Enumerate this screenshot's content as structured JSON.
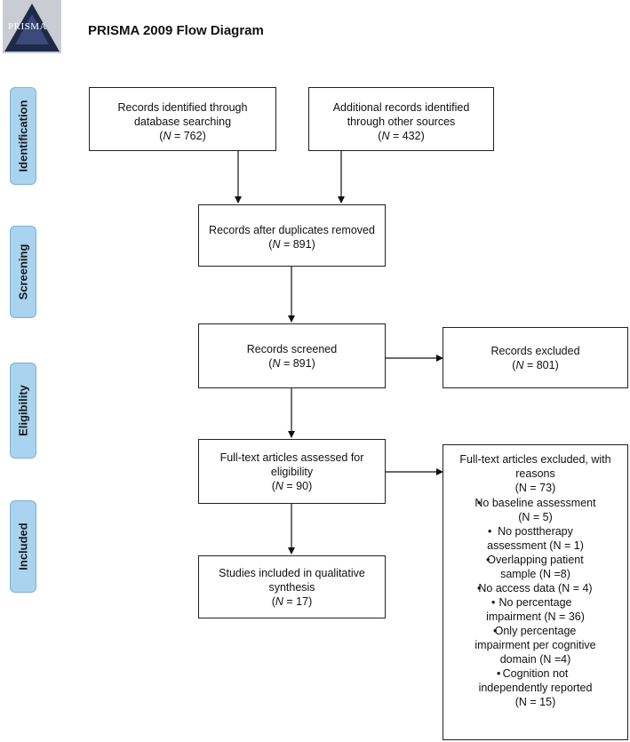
{
  "logo": {
    "text": "PRISMA"
  },
  "title": "PRISMA 2009 Flow Diagram",
  "phases": {
    "identification": "Identification",
    "screening": "Screening",
    "eligibility": "Eligibility",
    "included": "Included"
  },
  "boxes": {
    "database": {
      "line1": "Records identified through",
      "line2": "database searching",
      "n_label": "N",
      "n_value": " = 762)"
    },
    "other": {
      "line1": "Additional records identified",
      "line2": "through other sources",
      "n_label": "N",
      "n_value": " =  432)"
    },
    "deduplicated": {
      "line1": "Records after duplicates removed",
      "n_label": "N",
      "n_value": " = 891)"
    },
    "screened": {
      "line1": "Records screened",
      "n_label": "N",
      "n_value": " = 891)"
    },
    "excluded": {
      "line1": "Records excluded",
      "n_label": "N",
      "n_value": " = 801)"
    },
    "fulltext": {
      "line1": "Full-text articles assessed for",
      "line2": "eligibility",
      "n_label": "N",
      "n_value": " = 90)"
    },
    "included": {
      "line1": "Studies included in qualitative",
      "line2": "synthesis",
      "n_label": "N",
      "n_value": " = 17)"
    },
    "fulltext_excluded": {
      "line1": "Full-text articles excluded, with",
      "line2": "reasons",
      "line3": "(N = 73)",
      "reasons": [
        "No baseline assessment",
        "(N = 5)",
        "No posttherapy",
        "assessment (N = 1)",
        "Overlapping patient",
        "sample (N =8)",
        "No access data (N = 4)",
        "No percentage",
        "impairment (N = 36)",
        "Only percentage",
        "impairment per cognitive",
        "domain  (N =4)",
        "Cognition not",
        "independently reported",
        "(N = 15)"
      ]
    }
  },
  "colors": {
    "phase_fill": "#a9d3ee",
    "border": "#222222"
  }
}
